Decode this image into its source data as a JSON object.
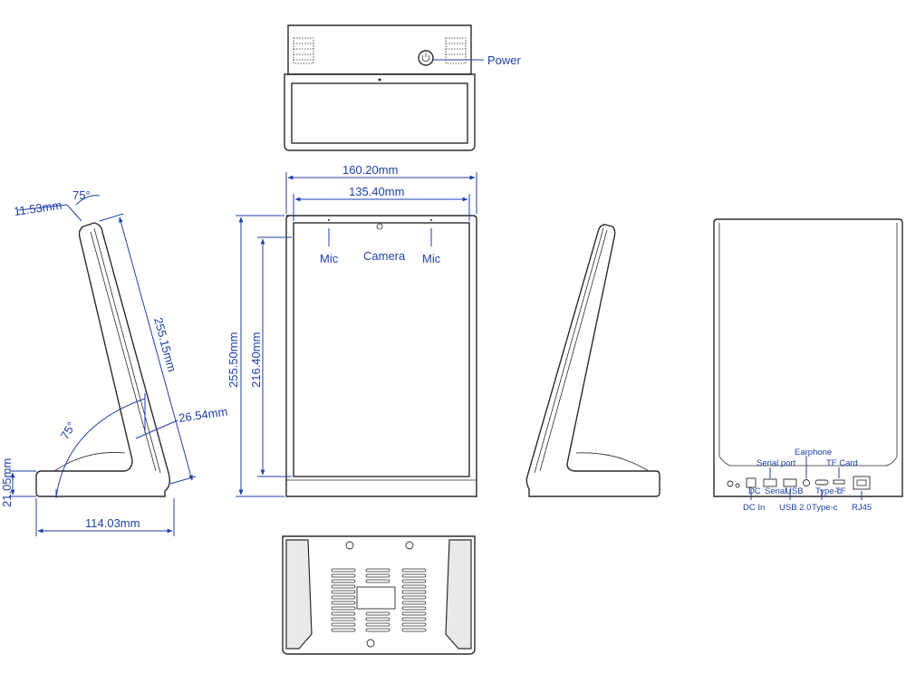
{
  "top_view": {
    "power_label": "Power"
  },
  "front_view": {
    "width_outer": "160.20mm",
    "width_screen": "135.40mm",
    "height_outer": "255.50mm",
    "height_screen": "216.40mm",
    "mic_left": "Mic",
    "camera": "Camera",
    "mic_right": "Mic"
  },
  "side_view": {
    "bezel_thickness": "11.53mm",
    "top_angle": "75°",
    "length": "255.15mm",
    "neck": "26.54mm",
    "tilt_angle": "75°",
    "base_height": "21.05mm",
    "base_length": "114.03mm"
  },
  "back_view": {
    "ports": {
      "earphone": "Earphone",
      "serial_port": "Serial port",
      "tf_card": "TF Card",
      "dc_in": "DC In",
      "usb": "USB 2.0",
      "type_c": "Type-c",
      "rj45": "RJ45"
    },
    "silk": {
      "dc": "DC",
      "serial": "Serial",
      "usb": "USB",
      "typec": "Type-c",
      "tf": "TF"
    }
  },
  "colors": {
    "dimension": "#1f3fa8",
    "outline": "#2b2b2b"
  }
}
